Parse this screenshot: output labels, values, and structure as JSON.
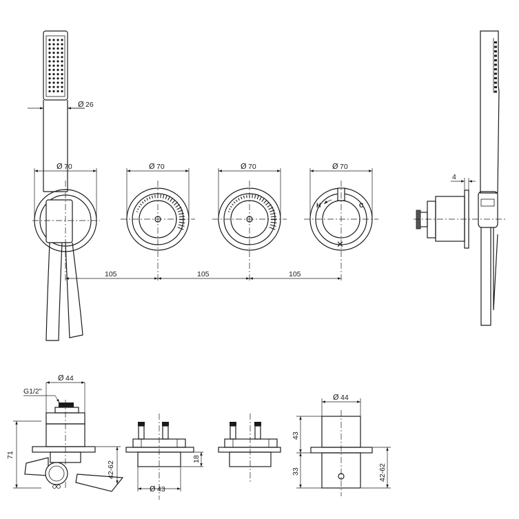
{
  "dimensions": {
    "shower_diameter": "26",
    "wall_plate_diameter": "70",
    "spacing": "105",
    "plate_thickness": "4",
    "body_diameter": "44",
    "thread": "G1/2\"",
    "overall_depth": "71",
    "depth_range": "42-62",
    "body_depth": "18",
    "rear_diameter": "43",
    "upper_height": "43",
    "lower_height": "33"
  },
  "symbols": {
    "diameter": "Ø"
  },
  "knob_labels": {
    "hot": "H",
    "cold": "C",
    "cross": "✕"
  }
}
